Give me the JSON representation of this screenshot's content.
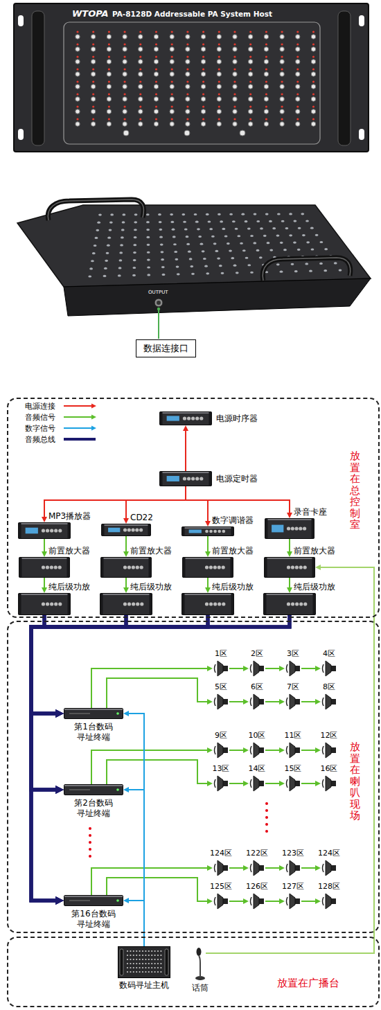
{
  "diagram": {
    "nodes": [
      {
        "text": [
          "数据连接口"
        ]
      },
      {
        "text": [
          "放置在总控制室"
        ]
      },
      {
        "text": [
          "电源时序器"
        ],
        "in": 1
      },
      {
        "text": [
          "电源定时器"
        ],
        "in": 1
      },
      {
        "text": [
          "MP3播放器"
        ],
        "in": 1
      },
      {
        "text": [
          "CD22"
        ],
        "in": 1
      },
      {
        "text": [
          "数字调谐器"
        ],
        "in": 1
      },
      {
        "text": [
          "录音卡座"
        ],
        "in": 1
      },
      {
        "text": [
          "前置放大器"
        ],
        "in": 1
      },
      {
        "text": [
          "前置放大器"
        ],
        "in": 1
      },
      {
        "text": [
          "前置放大器"
        ],
        "in": 1
      },
      {
        "text": [
          "前置放大器"
        ],
        "in": 1
      },
      {
        "text": [
          "纯后级功放"
        ],
        "in": 1
      },
      {
        "text": [
          "纯后级功放"
        ],
        "in": 1
      },
      {
        "text": [
          "纯后级功放"
        ],
        "in": 1
      },
      {
        "text": [
          "纯后级功放"
        ],
        "in": 1
      },
      {
        "text": [
          "放置在喇叭现场"
        ]
      },
      {
        "text": [
          "第1台数码 寻址终端"
        ],
        "in": 16
      },
      {
        "text": [
          "1区"
        ],
        "in": 16
      },
      {
        "text": [
          "2区"
        ],
        "in": 16
      },
      {
        "text": [
          "3区"
        ],
        "in": 16
      },
      {
        "text": [
          "4区"
        ],
        "in": 16
      },
      {
        "text": [
          "5区"
        ],
        "in": 16
      },
      {
        "text": [
          "6区"
        ],
        "in": 16
      },
      {
        "text": [
          "7区"
        ],
        "in": 16
      },
      {
        "text": [
          "8区"
        ],
        "in": 16
      },
      {
        "text": [
          "第2台数码 寻址终端"
        ],
        "in": 16
      },
      {
        "text": [
          "9区"
        ],
        "in": 16
      },
      {
        "text": [
          "10区"
        ],
        "in": 16
      },
      {
        "text": [
          "11区"
        ],
        "in": 16
      },
      {
        "text": [
          "12区"
        ],
        "in": 16
      },
      {
        "text": [
          "13区"
        ],
        "in": 16
      },
      {
        "text": [
          "14区"
        ],
        "in": 16
      },
      {
        "text": [
          "15区"
        ],
        "in": 16
      },
      {
        "text": [
          "16区"
        ],
        "in": 16
      },
      {
        "text": [
          "第16台数码 寻址终端"
        ],
        "in": 16
      },
      {
        "text": [
          "124区"
        ],
        "in": 16
      },
      {
        "text": [
          "122区"
        ],
        "in": 16
      },
      {
        "text": [
          "123区"
        ],
        "in": 16
      },
      {
        "text": [
          "124区"
        ],
        "in": 16
      },
      {
        "text": [
          "125区"
        ],
        "in": 16
      },
      {
        "text": [
          "126区"
        ],
        "in": 16
      },
      {
        "text": [
          "127区"
        ],
        "in": 16
      },
      {
        "text": [
          "128区"
        ],
        "in": 16
      },
      {
        "text": [
          "放置在广播台"
        ]
      },
      {
        "text": [
          "数码寻址主机"
        ],
        "in": 44
      },
      {
        "text": [
          "话筒"
        ],
        "in": 44
      }
    ],
    "edges": [
      {
        "from": 3,
        "to": 2,
        "arrow": "to"
      },
      {
        "from": 3,
        "to": 4,
        "arrow": "to"
      },
      {
        "from": 3,
        "to": 5,
        "arrow": "to"
      },
      {
        "from": 3,
        "to": 6,
        "arrow": "to"
      },
      {
        "from": 3,
        "to": 7,
        "arrow": "to"
      },
      {
        "from": 4,
        "to": 8,
        "arrow": "to"
      },
      {
        "from": 5,
        "to": 9,
        "arrow": "to"
      },
      {
        "from": 6,
        "to": 10,
        "arrow": "to"
      },
      {
        "from": 7,
        "to": 11,
        "arrow": "to"
      },
      {
        "from": 8,
        "to": 12,
        "arrow": "to"
      },
      {
        "from": 9,
        "to": 13,
        "arrow": "to"
      },
      {
        "from": 10,
        "to": 14,
        "arrow": "to"
      },
      {
        "from": 11,
        "to": 15,
        "arrow": "to"
      },
      {
        "from": 12,
        "to": 17,
        "arrow": "to"
      },
      {
        "from": 12,
        "to": 26,
        "arrow": "to"
      },
      {
        "from": 12,
        "to": 35,
        "arrow": "to"
      },
      {
        "from": 13,
        "to": 17,
        "arrow": "to"
      },
      {
        "from": 13,
        "to": 26,
        "arrow": "to"
      },
      {
        "from": 13,
        "to": 35,
        "arrow": "to"
      },
      {
        "from": 14,
        "to": 17,
        "arrow": "to"
      },
      {
        "from": 14,
        "to": 26,
        "arrow": "to"
      },
      {
        "from": 14,
        "to": 35,
        "arrow": "to"
      },
      {
        "from": 15,
        "to": 17,
        "arrow": "to"
      },
      {
        "from": 15,
        "to": 26,
        "arrow": "to"
      },
      {
        "from": 15,
        "to": 35,
        "arrow": "to"
      },
      {
        "from": 17,
        "to": 18,
        "arrow": "to"
      },
      {
        "from": 18,
        "to": 19,
        "arrow": "to"
      },
      {
        "from": 19,
        "to": 20,
        "arrow": "to"
      },
      {
        "from": 20,
        "to": 21,
        "arrow": "to"
      },
      {
        "from": 17,
        "to": 22,
        "arrow": "to"
      },
      {
        "from": 22,
        "to": 23,
        "arrow": "to"
      },
      {
        "from": 23,
        "to": 24,
        "arrow": "to"
      },
      {
        "from": 24,
        "to": 25,
        "arrow": "to"
      },
      {
        "from": 26,
        "to": 27,
        "arrow": "to"
      },
      {
        "from": 27,
        "to": 28,
        "arrow": "to"
      },
      {
        "from": 28,
        "to": 29,
        "arrow": "to"
      },
      {
        "from": 29,
        "to": 30,
        "arrow": "to"
      },
      {
        "from": 26,
        "to": 31,
        "arrow": "to"
      },
      {
        "from": 31,
        "to": 32,
        "arrow": "to"
      },
      {
        "from": 32,
        "to": 33,
        "arrow": "to"
      },
      {
        "from": 33,
        "to": 34,
        "arrow": "to"
      },
      {
        "from": 35,
        "to": 36,
        "arrow": "to"
      },
      {
        "from": 36,
        "to": 37,
        "arrow": "to"
      },
      {
        "from": 37,
        "to": 38,
        "arrow": "to"
      },
      {
        "from": 38,
        "to": 39,
        "arrow": "to"
      },
      {
        "from": 35,
        "to": 40,
        "arrow": "to"
      },
      {
        "from": 40,
        "to": 41,
        "arrow": "to"
      },
      {
        "from": 41,
        "to": 42,
        "arrow": "to"
      },
      {
        "from": 42,
        "to": 43,
        "arrow": "to"
      },
      {
        "from": 45,
        "to": 17,
        "arrow": "to"
      },
      {
        "from": 45,
        "to": 26,
        "arrow": "to"
      },
      {
        "from": 45,
        "to": 35,
        "arrow": "to"
      },
      {
        "from": 46,
        "to": 11,
        "arrow": "to"
      }
    ],
    "labels": [
      "WTOPA",
      "PA-8128D Addressable PA System Host",
      "OUTPUT"
    ],
    "legend": [
      {
        "text": "电源连接"
      },
      {
        "text": "音频信号"
      },
      {
        "text": "数字信号"
      },
      {
        "text": "音频总线"
      }
    ]
  }
}
